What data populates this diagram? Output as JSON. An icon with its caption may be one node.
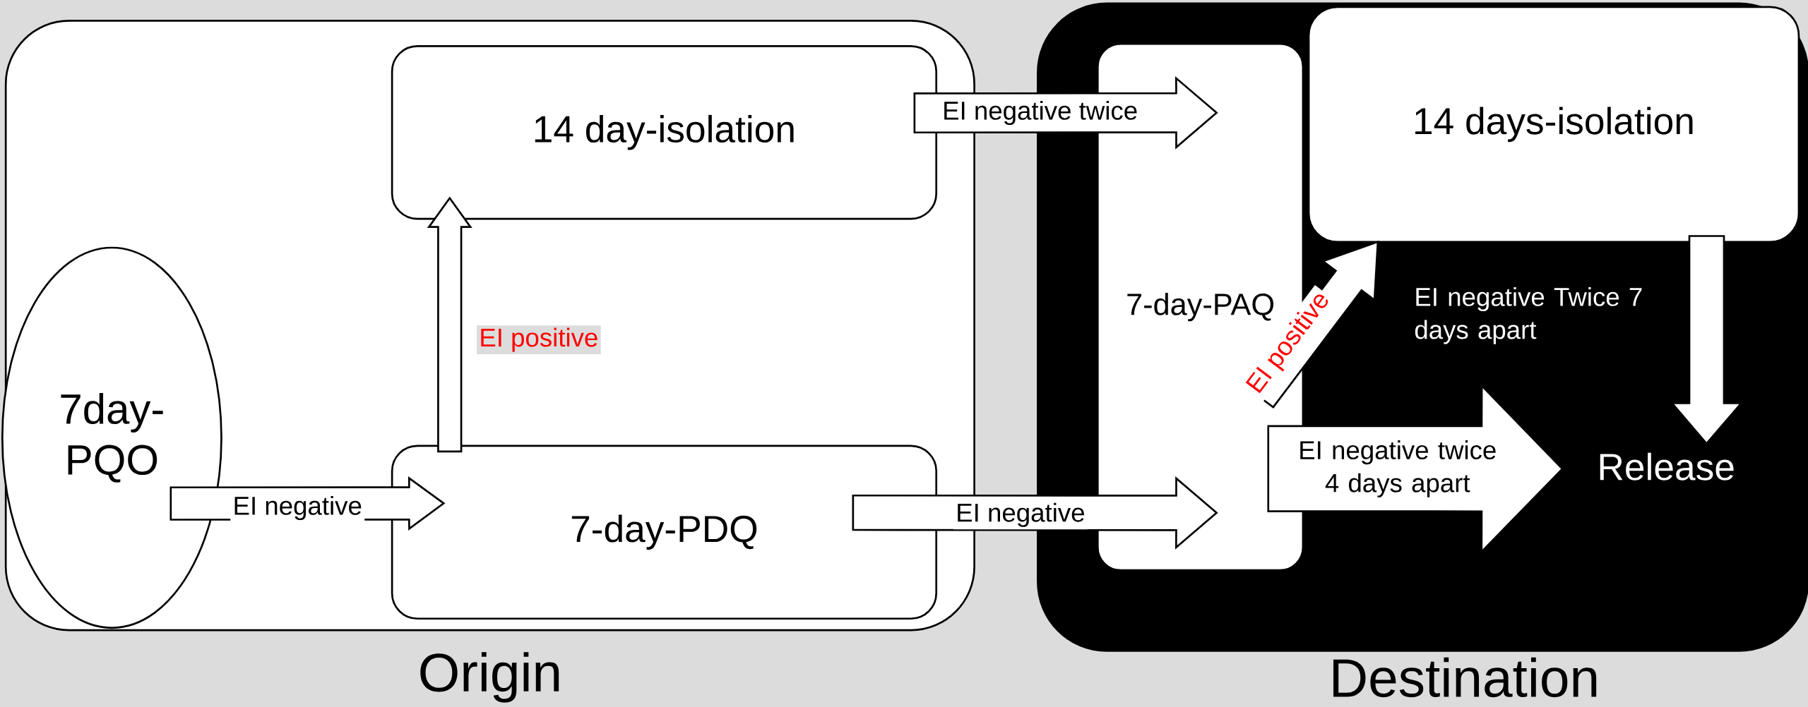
{
  "diagram": {
    "nodes": [
      {
        "text": [
          "Origin"
        ]
      },
      {
        "text": [
          "Destination"
        ]
      },
      {
        "text": [
          "14 day-isolation"
        ],
        "in": 0
      },
      {
        "text": [
          "7-day-PDQ"
        ],
        "in": 0
      },
      {
        "text": [
          "7day- PQO"
        ],
        "in": 0
      },
      {
        "text": [
          "7-day-PAQ"
        ],
        "in": 1
      },
      {
        "text": [
          "14 days-isolation"
        ],
        "in": 1
      },
      {
        "text": [
          "Release"
        ],
        "in": 1
      }
    ],
    "edges": [
      {
        "from": 4,
        "to": 3,
        "arrow": "to",
        "label": "EI negative"
      },
      {
        "from": 3,
        "to": 2,
        "arrow": "to",
        "label": "EI positive"
      },
      {
        "from": 2,
        "to": 5,
        "arrow": "to",
        "label": "EI negative twice"
      },
      {
        "from": 3,
        "to": 5,
        "arrow": "to",
        "label": "EI negative"
      },
      {
        "from": 5,
        "to": 6,
        "arrow": "to",
        "label": "EI positive"
      },
      {
        "from": 6,
        "to": 7,
        "arrow": "to",
        "label": "EI negative Twice 7 days apart"
      },
      {
        "from": 5,
        "to": 7,
        "arrow": "to",
        "label": "EI negative twice 4 days apart"
      }
    ]
  }
}
